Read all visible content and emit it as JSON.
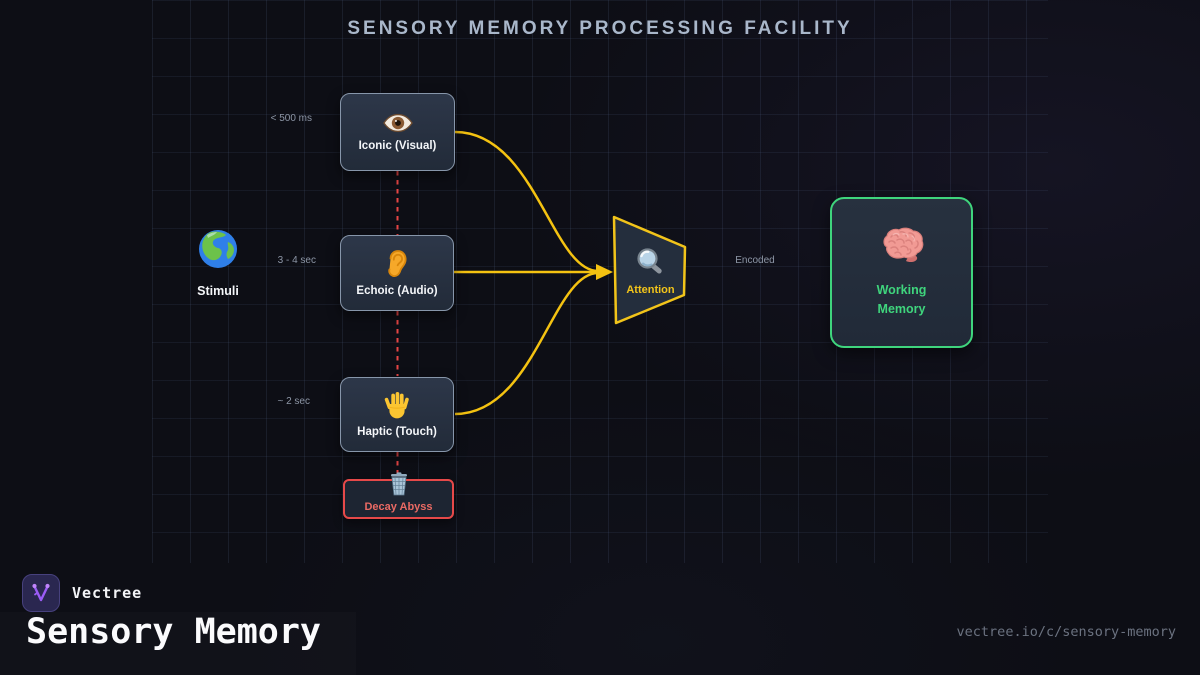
{
  "title": "SENSORY MEMORY PROCESSING FACILITY",
  "diagram": {
    "stimuli": {
      "label": "Stimuli",
      "icon": "globe-icon"
    },
    "nodes": [
      {
        "id": "iconic",
        "label": "Iconic (Visual)",
        "icon": "eye-icon",
        "duration": "< 500 ms"
      },
      {
        "id": "echoic",
        "label": "Echoic (Audio)",
        "icon": "ear-icon",
        "duration": "3 - 4 sec"
      },
      {
        "id": "haptic",
        "label": "Haptic (Touch)",
        "icon": "hand-icon",
        "duration": "~ 2 sec"
      }
    ],
    "attention": {
      "label": "Attention",
      "icon": "magnifier-icon"
    },
    "edge_labels": {
      "encoded": "Encoded"
    },
    "working_memory": {
      "label_line1": "Working",
      "label_line2": "Memory",
      "icon": "brain-icon"
    },
    "decay": {
      "label": "Decay Abyss",
      "icon": "wastebasket-icon"
    }
  },
  "footer": {
    "brand": "Vectree",
    "page_title": "Sensory Memory",
    "url": "vectree.io/c/sensory-memory"
  },
  "colors": {
    "edge_yellow": "#f4c211",
    "decay_red": "#e64949",
    "memory_green": "#3fd57d",
    "node_border": "#8796aa",
    "title_text": "#a9b7ca",
    "brand_purple": "#a855f7"
  }
}
